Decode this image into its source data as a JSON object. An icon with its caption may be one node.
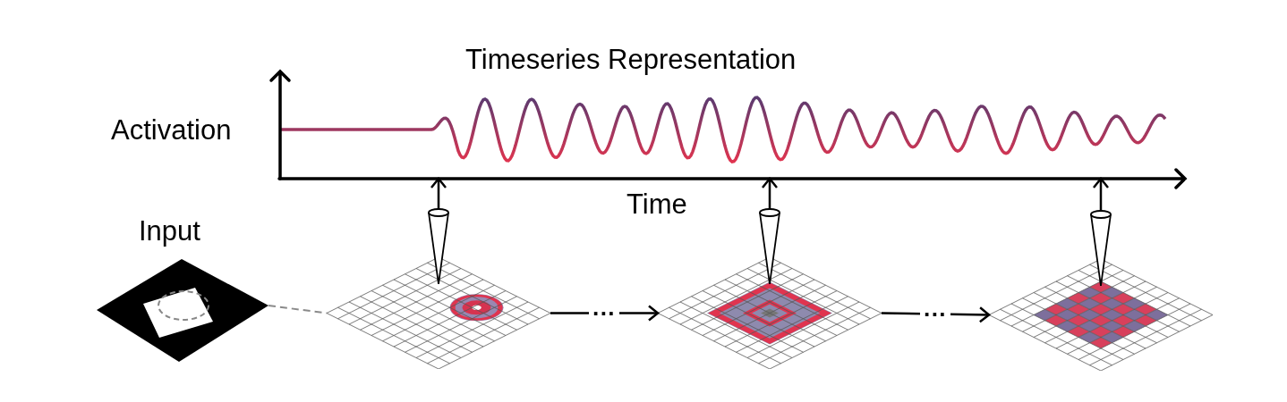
{
  "diagram": {
    "title": "Timeseries Representation",
    "nodes": [
      {
        "text": [
          "Input"
        ]
      },
      {
        "text": [],
        "shape": "picture"
      },
      {
        "text": [],
        "shape": "picture"
      },
      {
        "text": [],
        "shape": "picture"
      },
      {
        "text": [],
        "shape": "picture"
      }
    ],
    "edges": [
      {
        "from": 0,
        "to": 1,
        "arrow": "none",
        "style": "dashed",
        "color": "#8a8a8a"
      },
      {
        "from": 1,
        "to": 2,
        "arrow": "to",
        "label": "···"
      },
      {
        "from": 2,
        "to": 3,
        "arrow": "to",
        "label": "···"
      },
      {
        "from": 1,
        "to": 4,
        "arrow": "to"
      },
      {
        "from": 2,
        "to": 4,
        "arrow": "to"
      },
      {
        "from": 3,
        "to": 4,
        "arrow": "to"
      }
    ],
    "labels": [
      "Activation",
      "Time"
    ]
  }
}
